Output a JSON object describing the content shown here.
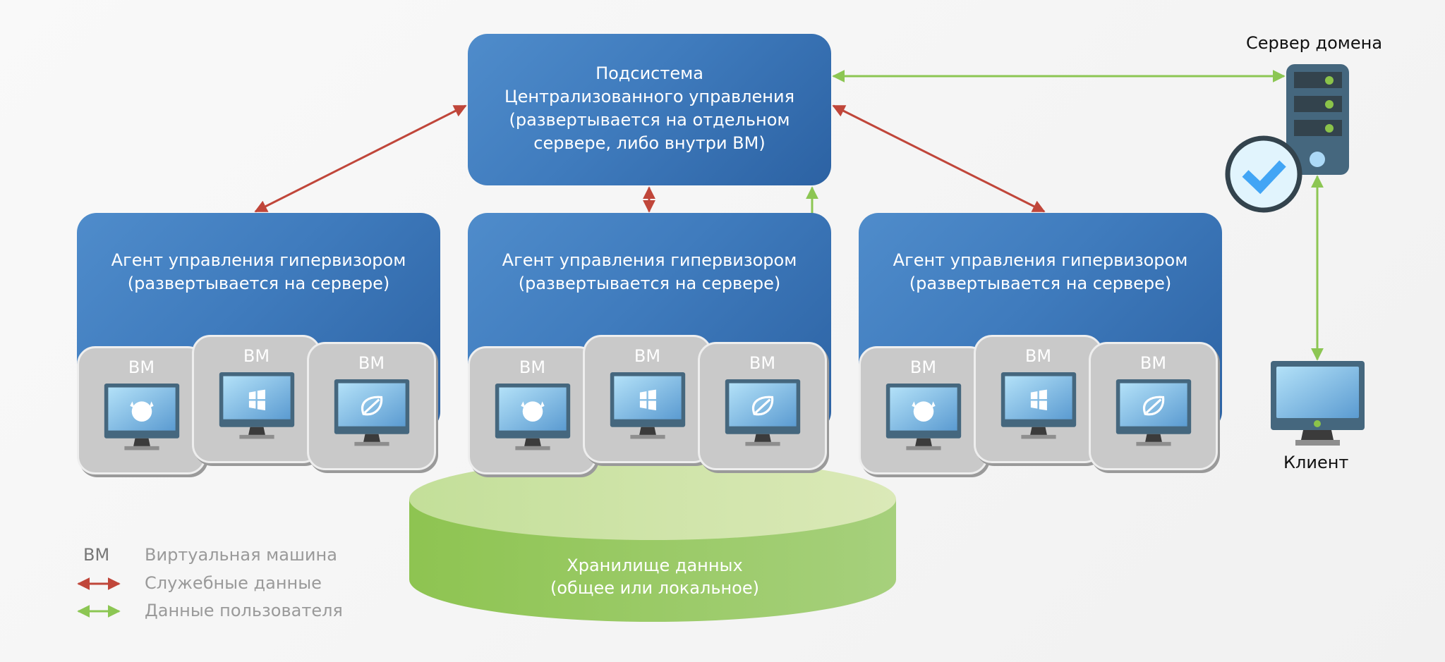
{
  "central": {
    "lines": [
      "Подсистема",
      "Централизованного управления",
      "(развертывается на отдельном",
      "сервере, либо внутри ВМ)"
    ]
  },
  "agents": [
    {
      "title": "Агент управления гипервизором",
      "subtitle": "(развертывается на сервере)",
      "vms": [
        {
          "label": "ВМ",
          "os_icon": "freebsd-icon"
        },
        {
          "label": "ВМ",
          "os_icon": "windows-icon"
        },
        {
          "label": "ВМ",
          "os_icon": "leaf-linux-icon"
        }
      ]
    },
    {
      "title": "Агент управления гипервизором",
      "subtitle": "(развертывается на сервере)",
      "vms": [
        {
          "label": "ВМ",
          "os_icon": "freebsd-icon"
        },
        {
          "label": "ВМ",
          "os_icon": "windows-icon"
        },
        {
          "label": "ВМ",
          "os_icon": "leaf-linux-icon"
        }
      ]
    },
    {
      "title": "Агент управления гипервизором",
      "subtitle": "(развертывается на сервере)",
      "vms": [
        {
          "label": "ВМ",
          "os_icon": "freebsd-icon"
        },
        {
          "label": "ВМ",
          "os_icon": "windows-icon"
        },
        {
          "label": "ВМ",
          "os_icon": "leaf-linux-icon"
        }
      ]
    }
  ],
  "storage": {
    "line1": "Хранилище данных",
    "line2": "(общее или локальное)"
  },
  "domain_server": {
    "label": "Сервер домена",
    "icon": "server-check-icon"
  },
  "client": {
    "label": "Клиент",
    "icon": "monitor-icon"
  },
  "legend": {
    "vm_abbr": "ВМ",
    "vm_text": "Виртуальная машина",
    "service_text": "Служебные данные",
    "user_text": "Данные пользователя"
  },
  "colors": {
    "service_arrow": "#c0463a",
    "user_arrow": "#8cc653",
    "box_blue": "#3f7bbd",
    "storage_green": "#9bcb63"
  }
}
